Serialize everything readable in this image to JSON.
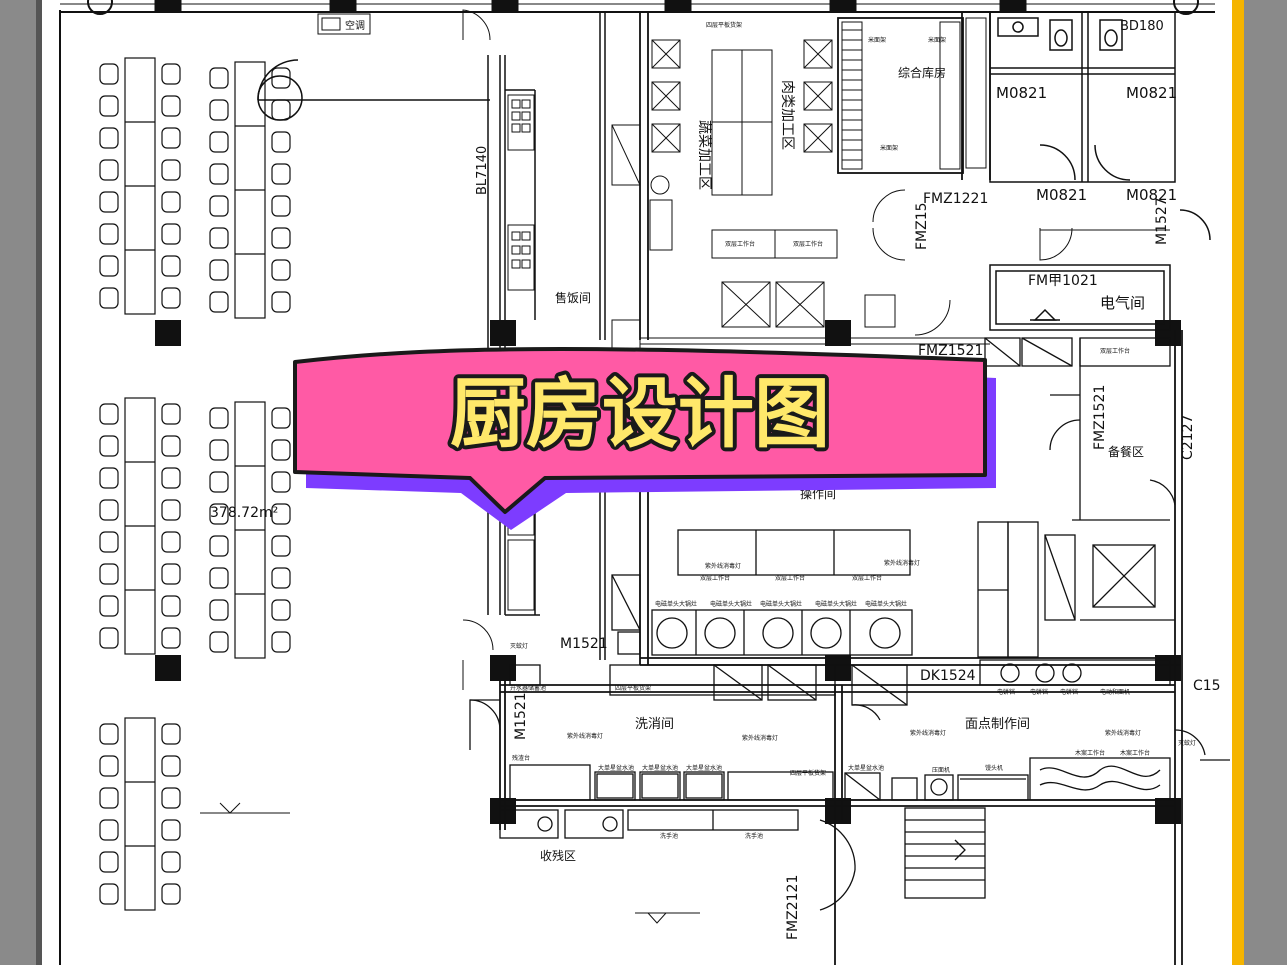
{
  "banner": {
    "title": "厨房设计图"
  },
  "colors": {
    "frame_left": "#555555",
    "frame_right": "#f5b400",
    "banner_fill": "#ff5aa5",
    "banner_shadow": "#7d3cff",
    "banner_text": "#ffe86a",
    "banner_text_stroke": "#1a1a1a"
  },
  "rooms": {
    "vegetable_processing": "蔬菜加工区",
    "meat_processing": "肉类加工区",
    "storage": "综合库房",
    "serving": "售饭间",
    "electric_room": "电气间",
    "prep_area": "备餐区",
    "operation_room": "操作间",
    "dishwashing": "洗消间",
    "pastry": "面点制作间",
    "leftover": "收残区",
    "dining_area": "378.72m²"
  },
  "doors": {
    "bl7140": "BL7140",
    "m0821_a": "M0821",
    "m0821_b": "M0821",
    "m0821_c": "M0821",
    "m0821_d": "M0821",
    "fmz1221": "FMZ1221",
    "fmz15": "FMZ15",
    "m1527": "M1527",
    "fmj1021": "FM甲1021",
    "fmz1521_a": "FMZ1521",
    "fmz1521_b": "FMZ1521",
    "c2127": "C2127",
    "m1521_a": "M1521",
    "m1521_b": "M1521",
    "dk1524": "DK1524",
    "c15": "C15",
    "fmz2121": "FMZ2121",
    "bd180": "BD180"
  },
  "equipment": {
    "double_table": "双层工作台",
    "uv_lamp": "紫外线消毒灯",
    "four_shelf": "四层平板货架",
    "big_sink": "大单星盆水池",
    "wash_sink": "洗手池",
    "fire_lamp": "灭蚊灯",
    "air": "空调",
    "big_pot": "电磁单头大锅灶",
    "griddle": "电饼铛",
    "steamer": "馒头机",
    "press": "压面机",
    "cart": "电动和面机",
    "wooden_table": "木案工作台",
    "rice_cart": "四层平板货架",
    "shelf": "米面架",
    "sink_slot": "开水器储蓄池",
    "dish_table": "残渣台"
  }
}
